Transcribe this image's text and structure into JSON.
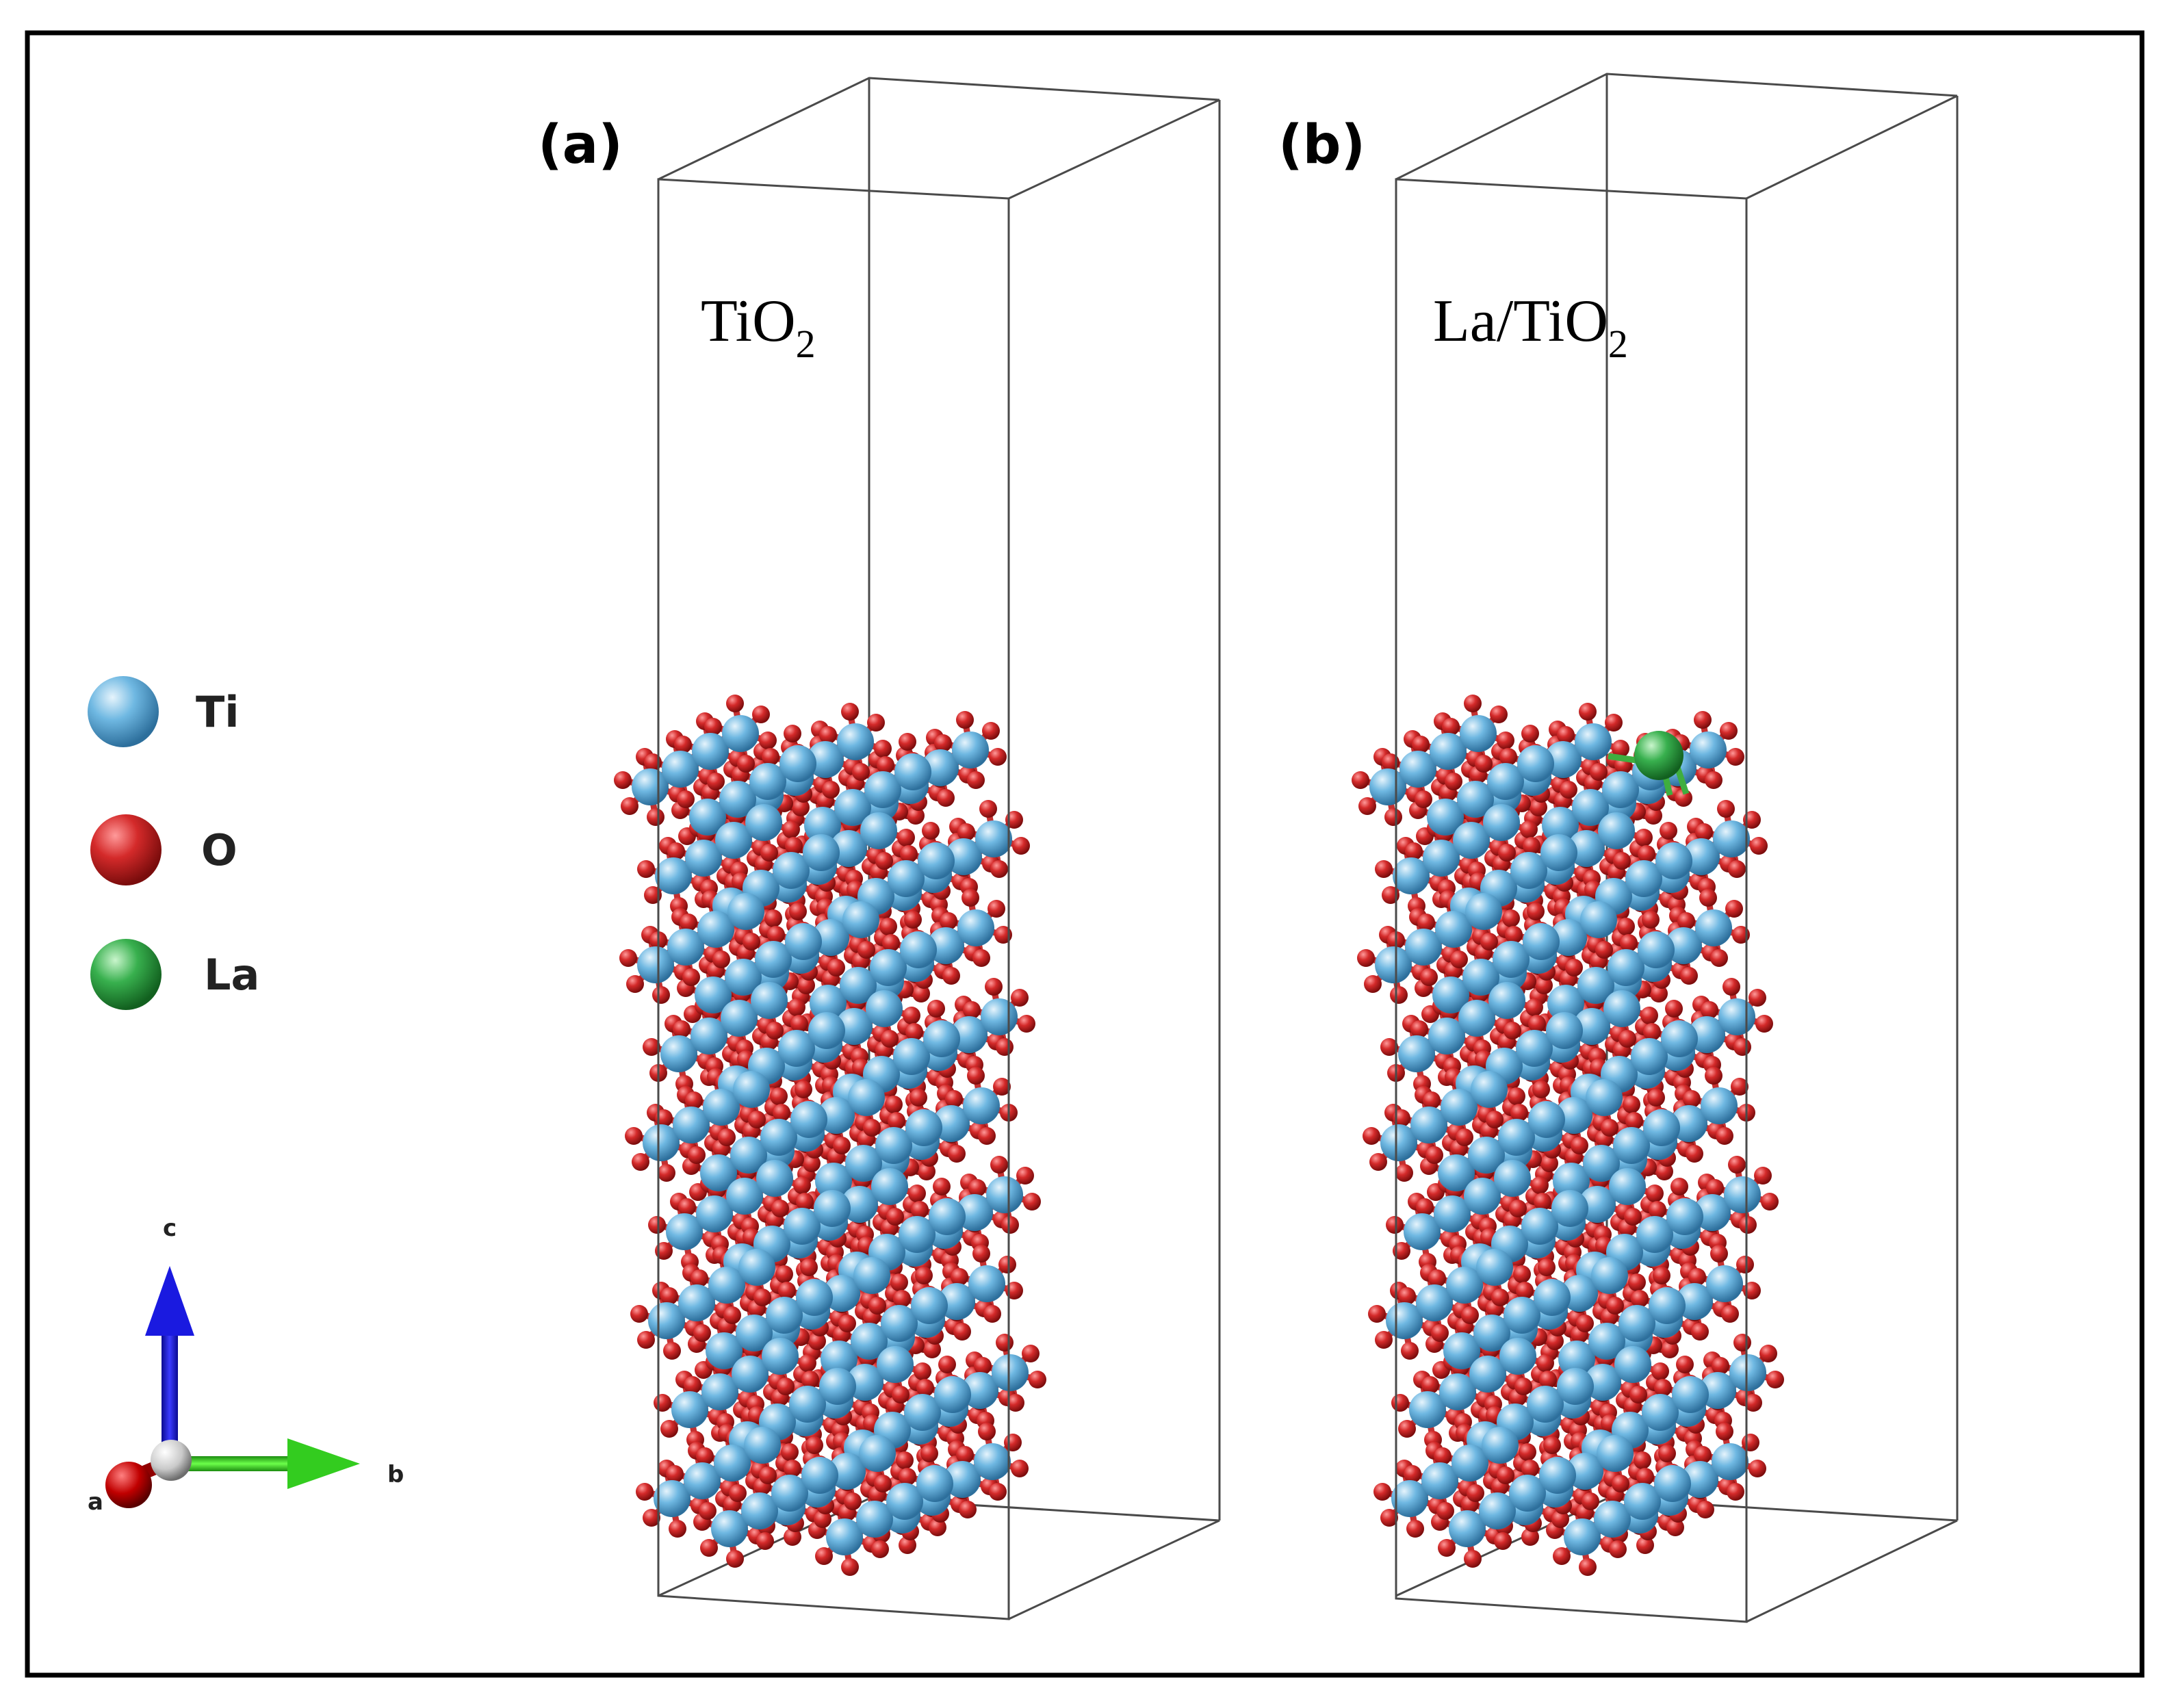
{
  "panels": [
    {
      "label": "(a)",
      "title_main": "TiO",
      "title_sub": "2",
      "has_la": false
    },
    {
      "label": "(b)",
      "title_main": "La/TiO",
      "title_sub": "2",
      "has_la": true
    }
  ],
  "legend": {
    "items": [
      {
        "label": "Ti",
        "color": "#5aa8d8"
      },
      {
        "label": "O",
        "color": "#d42a2a"
      },
      {
        "label": "La",
        "color": "#2fa84a"
      }
    ]
  },
  "axes": {
    "c": {
      "label": "c",
      "color": "#1212c8"
    },
    "b": {
      "label": "b",
      "color": "#29c01a"
    },
    "a": {
      "label": "a",
      "color": "#c00000"
    }
  },
  "colors": {
    "frame": "#000000",
    "ti_bond": "#9fd0ea",
    "la_bond": "#3fae3f"
  }
}
